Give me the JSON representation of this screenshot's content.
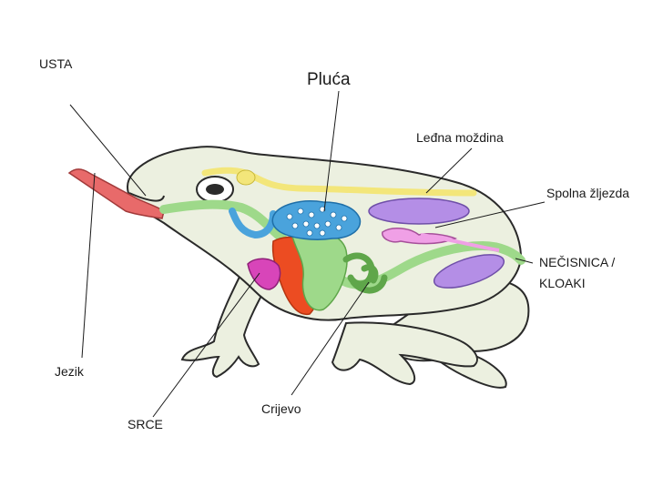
{
  "labels": {
    "usta": "USTA",
    "pluca": "Pluća",
    "ledna_mozdina": "Leđna moždina",
    "spolna_zljezda": "Spolna žljezda",
    "necisnica_line1": "NEČISNICA /",
    "necisnica_line2": "KLOAKI",
    "jezik": "Jezik",
    "srce": "SRCE",
    "crijevo": "Crijevo"
  },
  "colors": {
    "body": "#ecf0e0",
    "outline": "#2a2a2a",
    "spinal_cord": "#f3e67a",
    "lung": "#4aa3dc",
    "esophagus": "#9ed98a",
    "liver": "#ec4c22",
    "heart": "#d845b9",
    "kidney": "#b48ee6",
    "gonad": "#f0a0e6",
    "tongue": "#e86a6a",
    "eye": "#2b2b2b"
  }
}
